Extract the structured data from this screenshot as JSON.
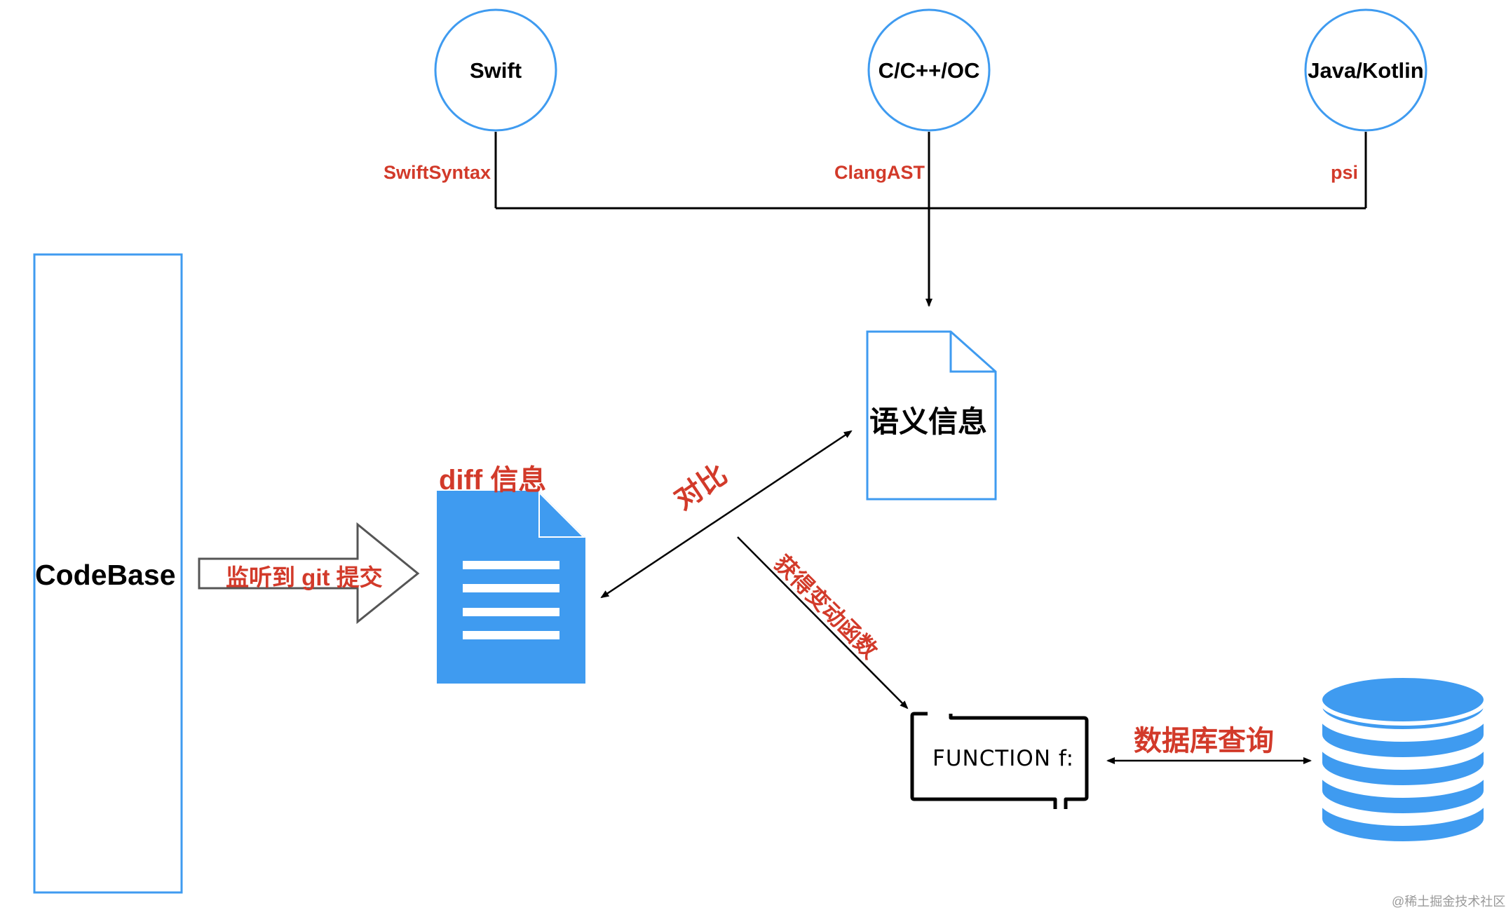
{
  "languages": [
    {
      "name": "Swift",
      "parser": "SwiftSyntax"
    },
    {
      "name": "C/C++/OC",
      "parser": "ClangAST"
    },
    {
      "name": "Java/Kotlin",
      "parser": "psi"
    }
  ],
  "codebase_label": "CodeBase",
  "git_arrow_label": "监听到 git 提交",
  "diff_label": "diff 信息",
  "semantic_label": "语义信息",
  "compare_label": "对比",
  "changed_func_label": "获得变动函数",
  "function_label": "FUNCTION f:",
  "db_query_label": "数据库查询",
  "watermark": "@稀土掘金技术社区",
  "colors": {
    "accent_blue": "#3f9bf0",
    "label_red": "#d23a2a",
    "line_black": "#000000"
  },
  "icons": [
    "document-icon",
    "database-icon",
    "function-icon",
    "hollow-arrow-icon"
  ]
}
